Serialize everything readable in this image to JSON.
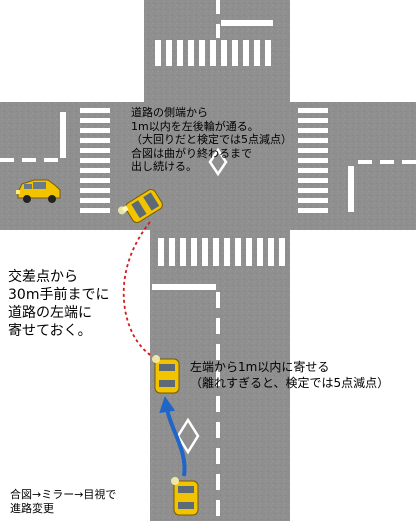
{
  "notes": {
    "turn_rule": "道路の側端から\n1m以内を左後輪が通る。\n（大回りだと検定では5点減点）\n合図は曲がり終わるまで\n出し続ける。",
    "approach_rule": "交差点から\n30m手前までに\n道路の左端に\n寄せておく。",
    "edge_rule": "左端から1m以内に寄せる\n（離れすぎると、検定では5点減点）",
    "signal_rule": "合図→ミラー→目視で\n進路変更"
  },
  "colors": {
    "road": "#8f8f8f",
    "marking": "#ffffff",
    "car_body": "#f2c400",
    "car_outline": "#7a5a00",
    "lane_change_arrow": "#1f66c8",
    "turn_path": "#d81818"
  },
  "icons": [
    "car-top-view-icon",
    "car-side-view-icon",
    "diamond-crosswalk-ahead-icon",
    "curved-arrow-icon"
  ]
}
